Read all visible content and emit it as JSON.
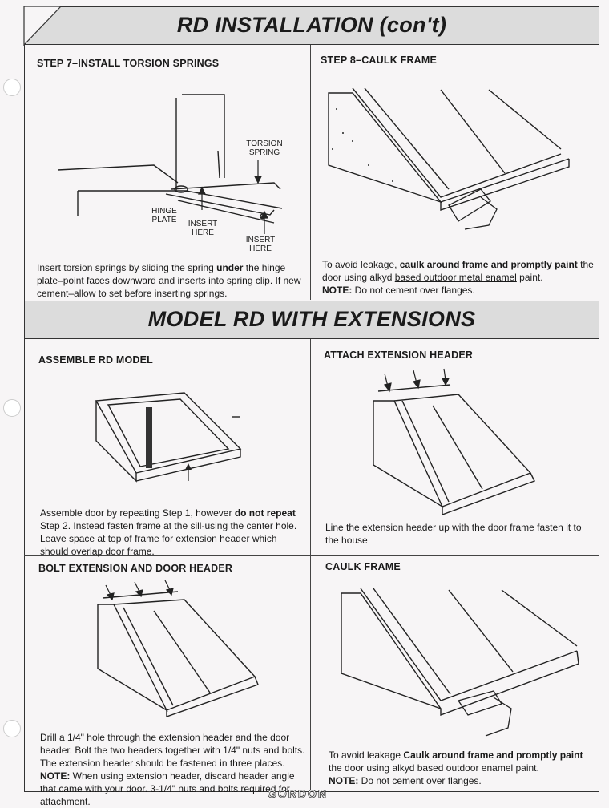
{
  "section1": {
    "title": "RD INSTALLATION (con't)",
    "step7": {
      "heading": "STEP 7–INSTALL TORSION SPRINGS",
      "labels": {
        "torsion_spring": "TORSION SPRING",
        "hinge_plate": "HINGE PLATE",
        "insert_here_1": "INSERT HERE",
        "insert_here_2": "INSERT HERE"
      },
      "caption_part1": "Insert torsion springs by sliding the spring ",
      "caption_bold": "under",
      "caption_part2": " the hinge plate–point faces downward and inserts into spring clip. If new cement–allow  to set before inserting springs."
    },
    "step8": {
      "heading": "STEP 8–CAULK FRAME",
      "caption_part1": "To avoid leakage, ",
      "caption_bold": "caulk around frame and promptly paint",
      "caption_part2": " the door using alkyd ",
      "caption_underline": "based outdoor metal enamel",
      "caption_part3": " paint.",
      "note_label": "NOTE:",
      "note_text": "  Do not cement over flanges."
    }
  },
  "section2": {
    "title": "MODEL RD WITH EXTENSIONS",
    "assemble": {
      "heading": "ASSEMBLE RD MODEL",
      "caption_part1": "Assemble door by repeating Step 1, however ",
      "caption_bold": "do not repeat",
      "caption_part2": " Step 2. Instead fasten frame at the sill-using the center hole. Leave space at top of frame for extension header which should overlap door frame."
    },
    "attach": {
      "heading": "ATTACH EXTENSION HEADER",
      "caption": "Line the extension header up with the door frame fasten it to the house"
    },
    "bolt": {
      "heading": "BOLT EXTENSION AND DOOR HEADER",
      "caption_main": "Drill a 1/4\" hole through the extension header and the door header. Bolt the two headers together with 1/4\" nuts and bolts. The extension header should be fastened in three places.",
      "note_label": "NOTE:",
      "note_text": " When using extension header, discard header angle that came with your door. 3-1/4\" nuts and bolts required for attachment."
    },
    "caulk": {
      "heading": "CAULK FRAME",
      "caption_part1": "To avoid leakage ",
      "caption_bold": "Caulk around frame and promptly paint",
      "caption_part2": " the door using alkyd based outdoor enamel paint.",
      "note_label": "NOTE:",
      "note_text": " Do not cement over flanges."
    }
  },
  "footer": {
    "logo": "GORDON"
  }
}
